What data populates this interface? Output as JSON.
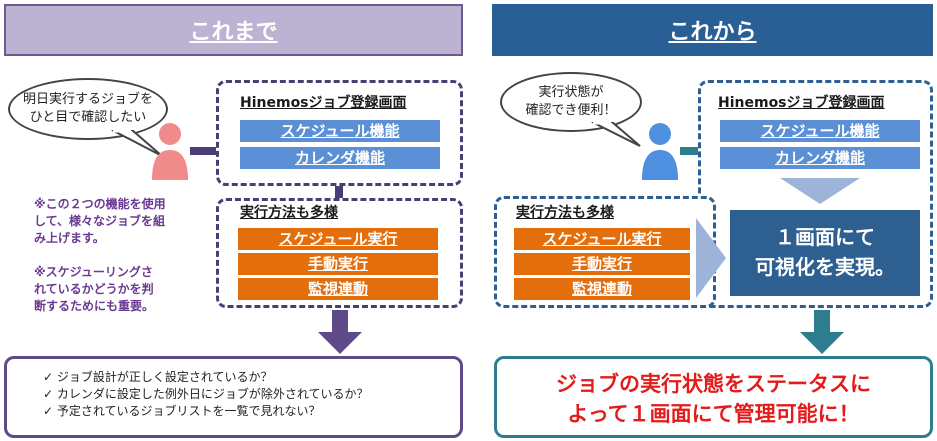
{
  "left": {
    "header": "これまで",
    "bubble": [
      "明日実行するジョブを",
      "ひと目で確認したい"
    ],
    "panel_title": "Hinemosジョブ登録画面",
    "blue_bars": [
      "スケジュール機能",
      "カレンダ機能"
    ],
    "exec_title": "実行方法も多様",
    "orange_bars": [
      "スケジュール実行",
      "手動実行",
      "監視連動"
    ],
    "notes": [
      "※この２つの機能を使用",
      "して、様々なジョブを組",
      "み上げます。",
      "",
      "※スケジューリングさ",
      "れているかどうかを判",
      "断するためにも重要。"
    ],
    "checks": [
      "✓ ジョブ設計が正しく設定されているか？",
      "✓ カレンダに設定した例外日にジョブが除外されているか？",
      "✓ 予定されているジョブリストを一覧で見れない？"
    ]
  },
  "right": {
    "header": "これから",
    "bubble": [
      "実行状態が",
      "確認でき便利！"
    ],
    "panel_title": "Hinemosジョブ登録画面",
    "blue_bars": [
      "スケジュール機能",
      "カレンダ機能"
    ],
    "exec_title": "実行方法も多様",
    "orange_bars": [
      "スケジュール実行",
      "手動実行",
      "監視連動"
    ],
    "result": [
      "１画面にて",
      "可視化を実現。"
    ],
    "conclusion": [
      "ジョブの実行状態をステータスに",
      "よって１画面にて管理可能に！"
    ]
  },
  "colors": {
    "left_header": "#bcb2d2",
    "right_header": "#2a5f96",
    "purple": "#5e4a88",
    "teal": "#2e7d8e",
    "result_box": "#2e5f91"
  }
}
